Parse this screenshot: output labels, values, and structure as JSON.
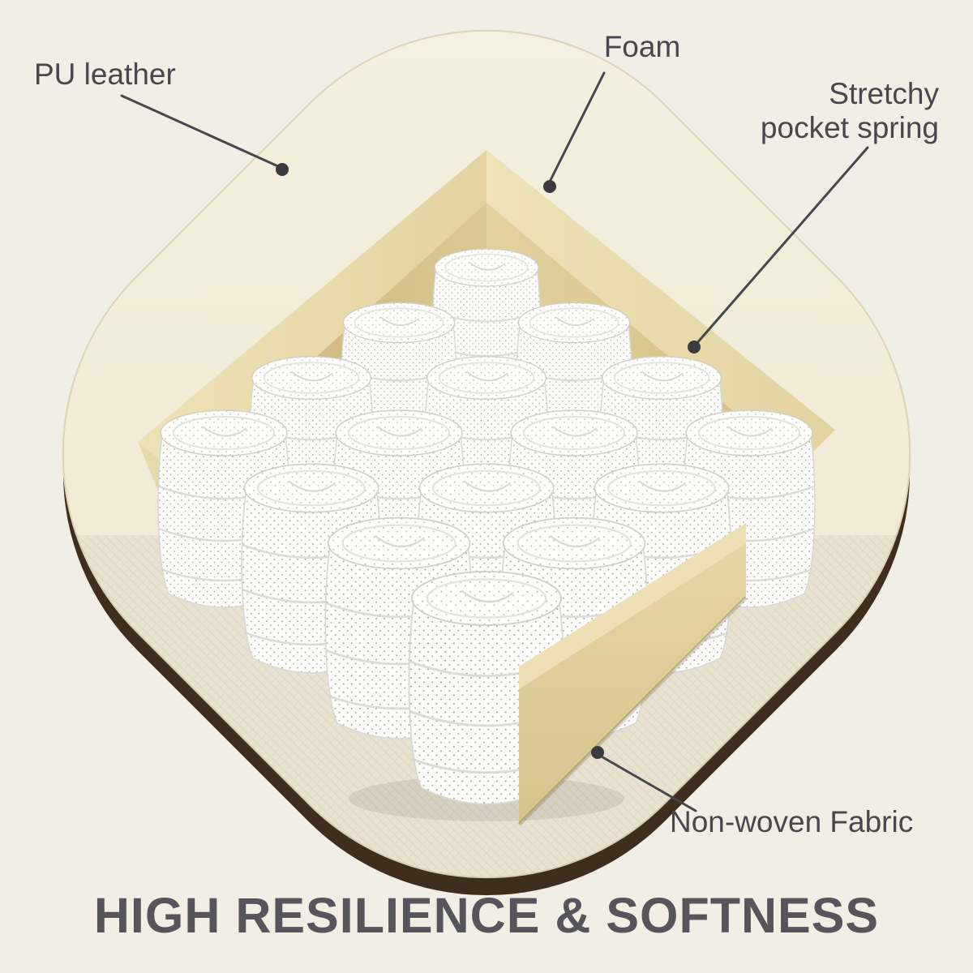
{
  "headline": "HIGH RESILIENCE & SOFTNESS",
  "callouts": {
    "pu_leather": {
      "label": "PU leather"
    },
    "foam": {
      "label": "Foam"
    },
    "stretchy_pocket_spring": {
      "line1": "Stretchy",
      "line2": "pocket spring"
    },
    "non_woven_fabric": {
      "label": "Non-woven Fabric"
    }
  },
  "colors": {
    "background": "#f1eee5",
    "pu_leather": "#f2ecd9",
    "foam": "#dbc791",
    "linen_base": "#e9e2d1",
    "bottom_edge": "#3f2d1e",
    "spring_fabric": "#fcfcfb",
    "callout_text": "#47474c",
    "headline_text": "#55555b"
  }
}
